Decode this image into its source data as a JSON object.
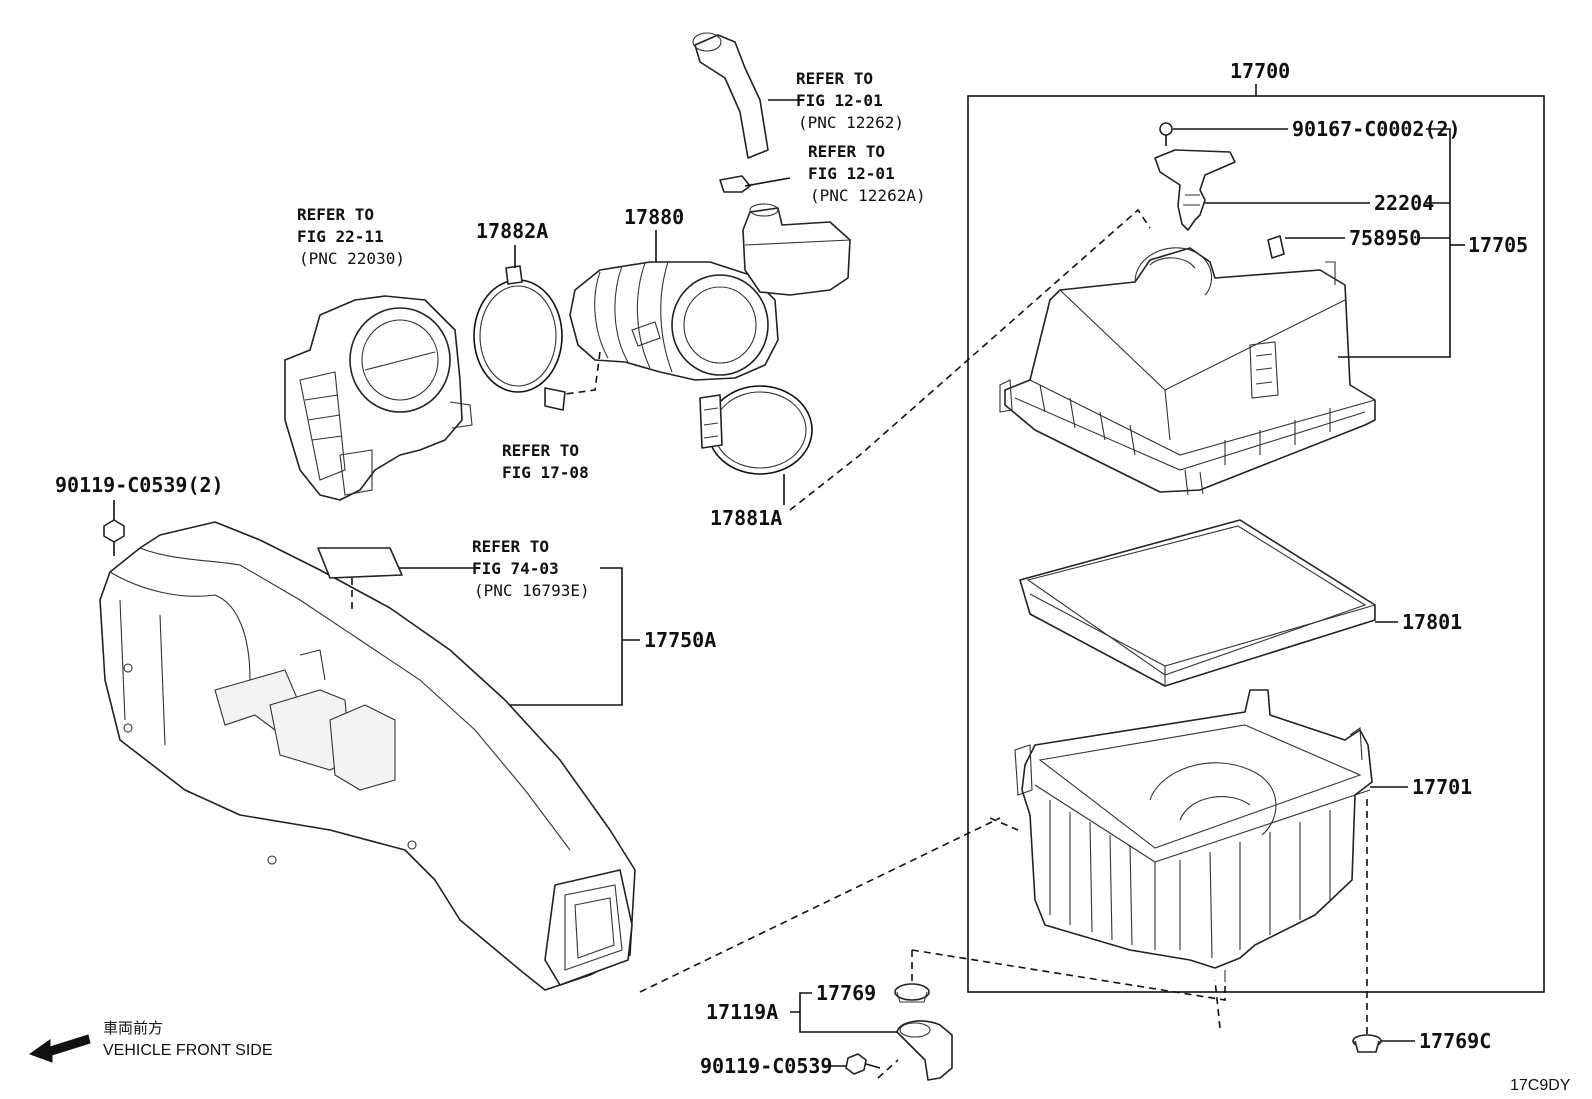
{
  "diagram_code": "17C9DY",
  "front_side": {
    "japanese": "車両前方",
    "english": "VEHICLE FRONT SIDE"
  },
  "parts": {
    "p17700": "17700",
    "p90167": "90167-C0002(2)",
    "p22204": "22204",
    "p758950": "758950",
    "p17705": "17705",
    "p17801": "17801",
    "p17701": "17701",
    "p17769C": "17769C",
    "p17882A": "17882A",
    "p17880": "17880",
    "p17881A": "17881A",
    "p17750A": "17750A",
    "p90119x2": "90119-C0539(2)",
    "p17119A": "17119A",
    "p17769": "17769",
    "p90119": "90119-C0539"
  },
  "refs": {
    "r1": [
      "REFER TO",
      "FIG 12-01",
      "(PNC 12262)"
    ],
    "r2": [
      "REFER TO",
      "FIG 12-01",
      "(PNC 12262A)"
    ],
    "r3": [
      "REFER TO",
      "FIG 22-11",
      "(PNC 22030)"
    ],
    "r4": [
      "REFER TO",
      "FIG 17-08"
    ],
    "r5": [
      "REFER TO",
      "FIG 74-03",
      "(PNC 16793E)"
    ]
  }
}
